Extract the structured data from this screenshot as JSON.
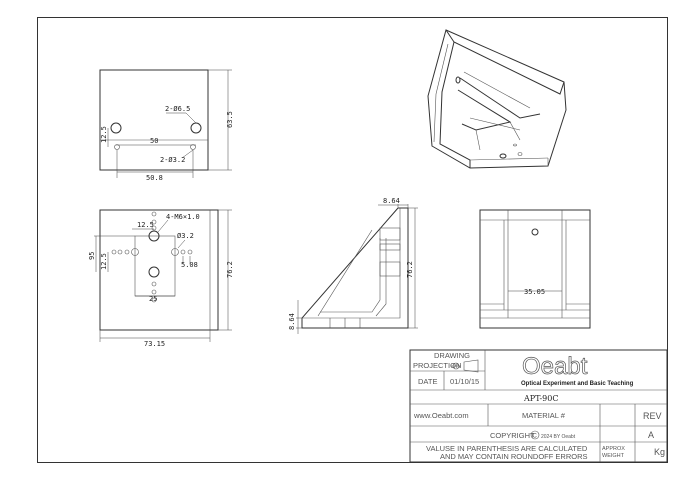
{
  "front_view": {
    "dim_height": "63.5",
    "dim_holes_large": "2-Ø6.5",
    "dim_span_50": "50",
    "dim_offset_12_5": "12.5",
    "dim_holes_small": "2-Ø3.2",
    "dim_span_50_8": "50.8"
  },
  "top_view": {
    "dim_tapped": "4-M6×1.0",
    "dim_12_5_top": "12.5",
    "dim_hole": "Ø3.2",
    "dim_95": "95",
    "dim_12_5_left": "12.5",
    "dim_5_08": "5.08",
    "dim_25": "25",
    "dim_height": "76.2",
    "dim_width": "73.15"
  },
  "side_view": {
    "dim_top": "8.64",
    "dim_height": "76.2",
    "dim_bottom": "8.64"
  },
  "rear_view": {
    "dim_width": "35.05"
  },
  "title_block": {
    "drawing_label": "DRAWING",
    "projection_label": "PROJECTION",
    "date_label": "DATE",
    "date_value": "01/10/15",
    "logo_text": "Oeabt",
    "logo_subtitle": "Optical Experiment and Basic Teaching",
    "part_number": "APT-90C",
    "website": "www.Oeabt.com",
    "material_label": "MATERIAL #",
    "rev_label": "REV",
    "rev_value": "A",
    "copyright_text": "COPYRIGHT",
    "copyright_suffix": "2024 BY Oeabt",
    "note_line1": "VALUSE IN PARENTHESIS ARE CALCULATED",
    "note_line2": "AND MAY CONTAIN ROUNDOFF ERRORS",
    "weight_label_1": "APPROX",
    "weight_label_2": "WEIGHT",
    "weight_unit": "Kg"
  }
}
